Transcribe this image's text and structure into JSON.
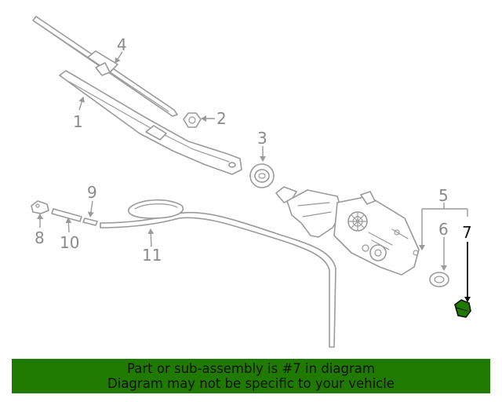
{
  "callouts": {
    "c1": "1",
    "c2": "2",
    "c3": "3",
    "c4": "4",
    "c5": "5",
    "c6": "6",
    "c7": "7",
    "c8": "8",
    "c9": "9",
    "c10": "10",
    "c11": "11"
  },
  "highlight": {
    "part": "7",
    "color": "#217a00"
  },
  "banner": {
    "line1": "Part or sub-assembly is #7 in diagram",
    "line2": "Diagram may not be specific to your vehicle"
  }
}
